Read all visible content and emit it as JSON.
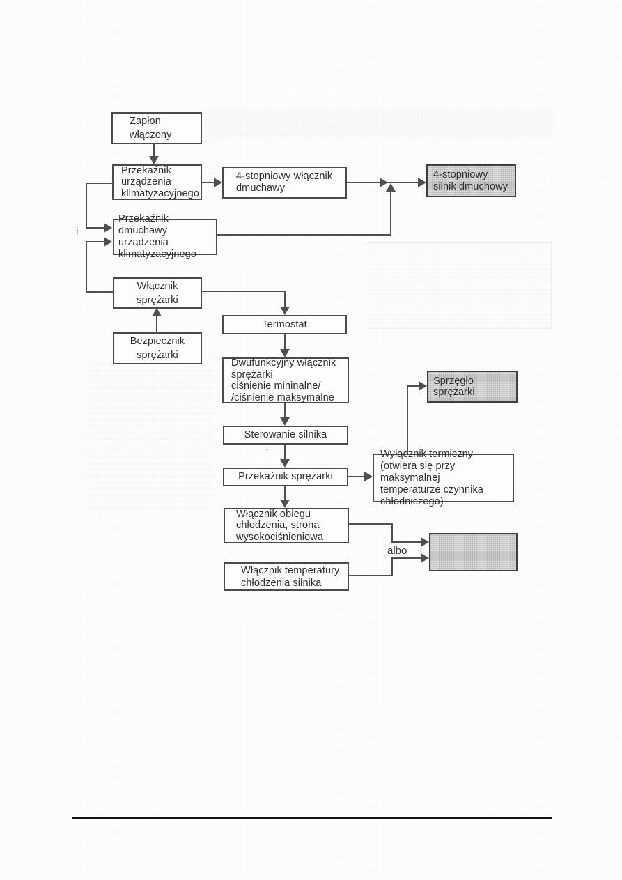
{
  "diagram": {
    "colors": {
      "line-color": "#4f4f4f",
      "gray-fill": "#c9c9c9"
    },
    "nodes": {
      "zaplon": {
        "label": "Zapłon\nwłączony"
      },
      "przekaznik_urzadzenia": {
        "label": "Przekaźnik\nurządzenia\nklimatyzacyjnego"
      },
      "wlacznik_dmuchawy": {
        "label": "4-stopniowy włącznik\ndmuchawy"
      },
      "silnik_dmuchowy": {
        "label": "4-stopniowy\nsilnik dmuchowy"
      },
      "przekaznik_dmuchawy": {
        "label": "Przekaźnik dmuchawy\nurządzenia\nklimatyzacyjnego"
      },
      "wlacznik_sprezarki": {
        "label": "Włącznik\nsprężarki"
      },
      "bezpiecznik": {
        "label": "Bezpiecznik\nsprężarki"
      },
      "termostat": {
        "label": "Termostat"
      },
      "dwufunkcyjny": {
        "label": "Dwufunkcyjny włącznik\nsprężarki\nciśnienie mininalne/\n/ciśnienie maksymalne"
      },
      "sprzeglo": {
        "label": "Sprzęgło sprężarki"
      },
      "sterowanie": {
        "label": "Sterowanie silnika"
      },
      "przekaznik_sprezarki": {
        "label": "Przekaźnik sprężarki"
      },
      "wylacznik_termiczny": {
        "label": "Wyłącznik termiczny\n(otwiera się przy maksymalnej\ntemperaturze czynnika\nchłodniczego)"
      },
      "wlacznik_obiegu": {
        "label": "Włącznik obiegu\nchłodzenia, strona\nwysokociśnieniowa"
      },
      "wlacznik_temperatury": {
        "label": "Włącznik temperatury\nchłodzenia silnika"
      }
    },
    "labels": {
      "and_connector": "i",
      "or_connector": "albo",
      "stray_mark": "’"
    }
  }
}
